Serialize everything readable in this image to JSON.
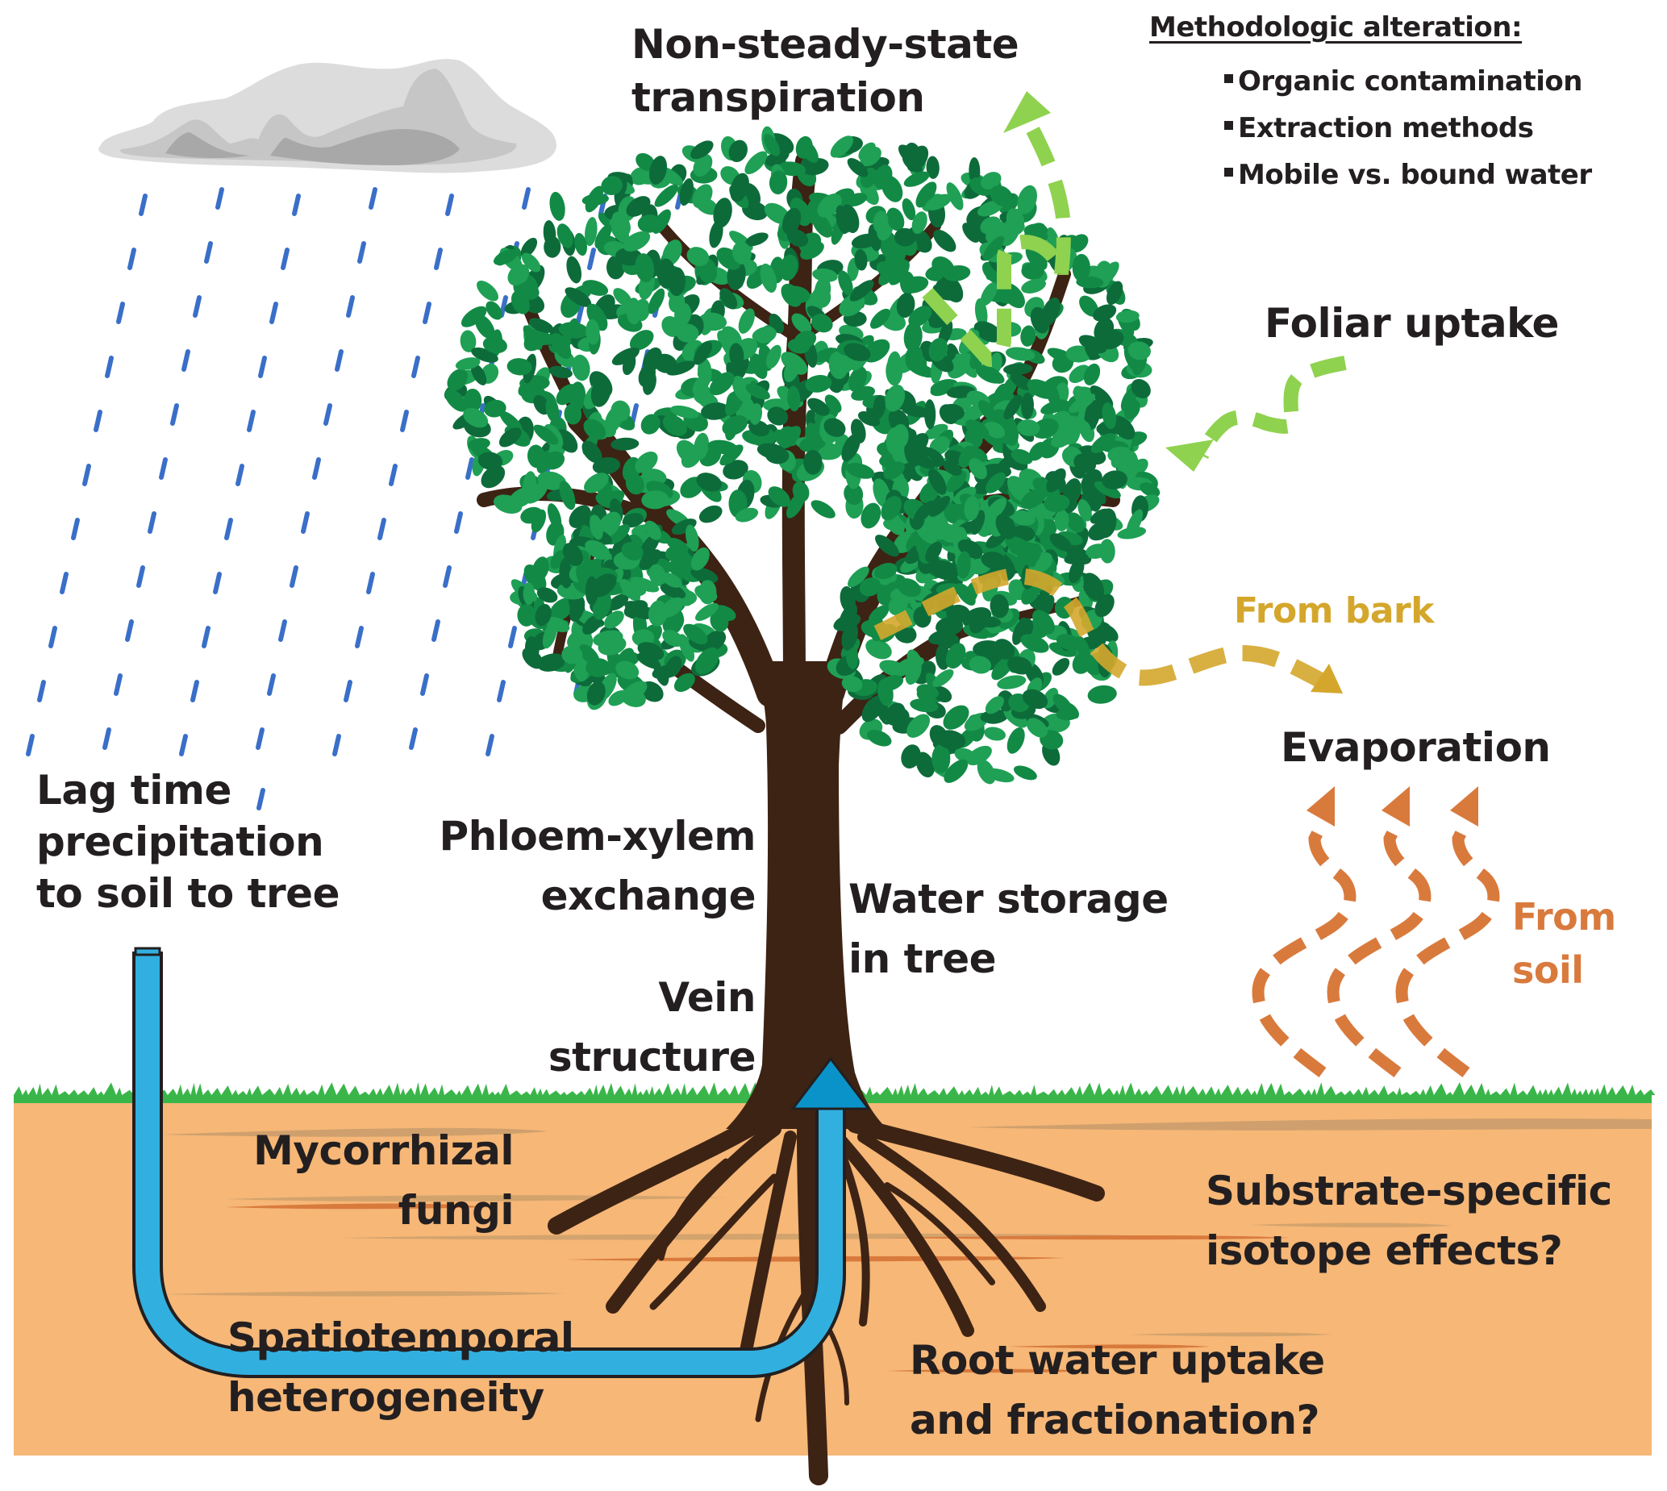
{
  "figure": {
    "type": "conceptual diagram",
    "subject": "Tree water isotope uncertainties"
  },
  "methodologic": {
    "title": "Methodologic alteration:",
    "items": [
      "Organic contamination",
      "Extraction methods",
      "Mobile vs. bound water"
    ]
  },
  "labels": {
    "transpiration": [
      "Non-steady-state",
      "transpiration"
    ],
    "foliar": "Foliar uptake",
    "from_bark": "From bark",
    "evaporation": "Evaporation",
    "from_soil": [
      "From",
      "soil"
    ],
    "lag_time": [
      "Lag time",
      "precipitation",
      "to soil to tree"
    ],
    "phloem": [
      "Phloem-xylem",
      "exchange"
    ],
    "water_storage": [
      "Water storage",
      "in tree"
    ],
    "vein": [
      "Vein",
      "structure"
    ],
    "mycorrhizal": [
      "Mycorrhizal",
      "fungi"
    ],
    "substrate": [
      "Substrate-specific",
      "isotope effects?"
    ],
    "spatiotemporal": [
      "Spatiotemporal",
      "heterogeneity"
    ],
    "root_uptake": [
      "Root water uptake",
      "and fractionation?"
    ]
  },
  "colors": {
    "text": "#231f20",
    "cloud_light": "#dcdcdc",
    "cloud_mid": "#c4c4c4",
    "cloud_dark": "#a6a6a6",
    "rain": "#3a6fc8",
    "leaf_dark": "#0d6b3a",
    "leaf_mid": "#128a45",
    "leaf_light": "#1fa055",
    "trunk": "#3d2314",
    "grass": "#3ab54a",
    "soil": "#f6b777",
    "soil_streak_brown": "#c59a6a",
    "soil_streak_orange": "#d97a3d",
    "water_flow": "#31b0e0",
    "water_flow_dark": "#0a93c9",
    "transpiration_arrow": "#8fd24f",
    "bark_arrow": "#d4a72c",
    "soil_evap_arrow": "#d97a3d"
  }
}
